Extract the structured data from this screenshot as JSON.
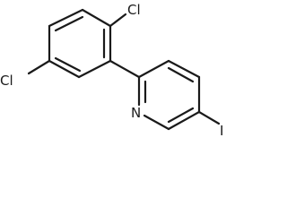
{
  "molecule": {
    "atoms": {
      "cl_top": "Cl",
      "cl_left": "Cl",
      "nitrogen": "N",
      "iodine": "I"
    }
  },
  "colors": {
    "bond": "#1a1a1a",
    "background": "#ffffff"
  }
}
